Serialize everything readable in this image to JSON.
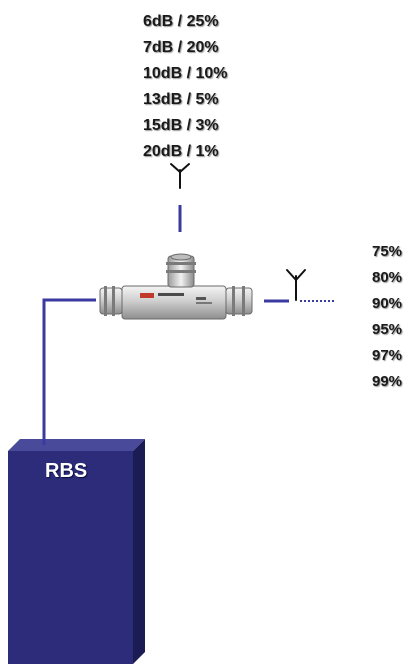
{
  "tap_ratios": [
    "6dB / 25%",
    "7dB / 20%",
    "10dB / 10%",
    "13dB / 5%",
    "15dB / 3%",
    "20dB / 1%"
  ],
  "through_ratios": [
    "75%",
    "80%",
    "90%",
    "95%",
    "97%",
    "99%"
  ],
  "rbs": {
    "label": "RBS",
    "color": "#2c2c7a"
  },
  "colors": {
    "line": "#3a3aa0",
    "antenna": "#111111"
  },
  "icons": [
    "antenna-icon",
    "antenna-icon",
    "tapper-device-icon"
  ]
}
